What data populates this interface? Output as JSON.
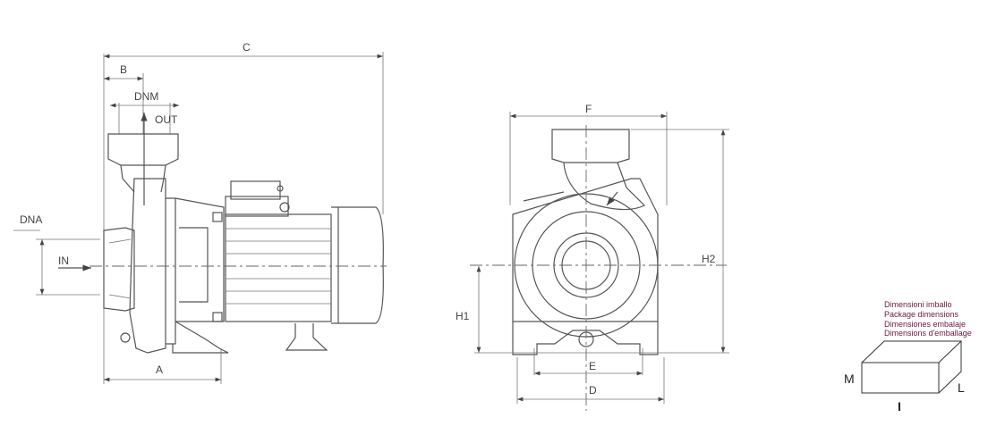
{
  "side_view": {
    "dimensions": {
      "C": "C",
      "B": "B",
      "DNM": "DNM",
      "DNA": "DNA",
      "A": "A"
    },
    "flow": {
      "out": "OUT",
      "in": "IN"
    }
  },
  "front_view": {
    "dimensions": {
      "F": "F",
      "H2": "H2",
      "H1": "H1",
      "E": "E",
      "D": "D"
    }
  },
  "package": {
    "captions": [
      "Dimensioni imballo",
      "Package dimensions",
      "Dimensiones embalaje",
      "Dimensions d'emballage"
    ],
    "labels": {
      "M": "M",
      "L": "L",
      "I": "I"
    }
  }
}
